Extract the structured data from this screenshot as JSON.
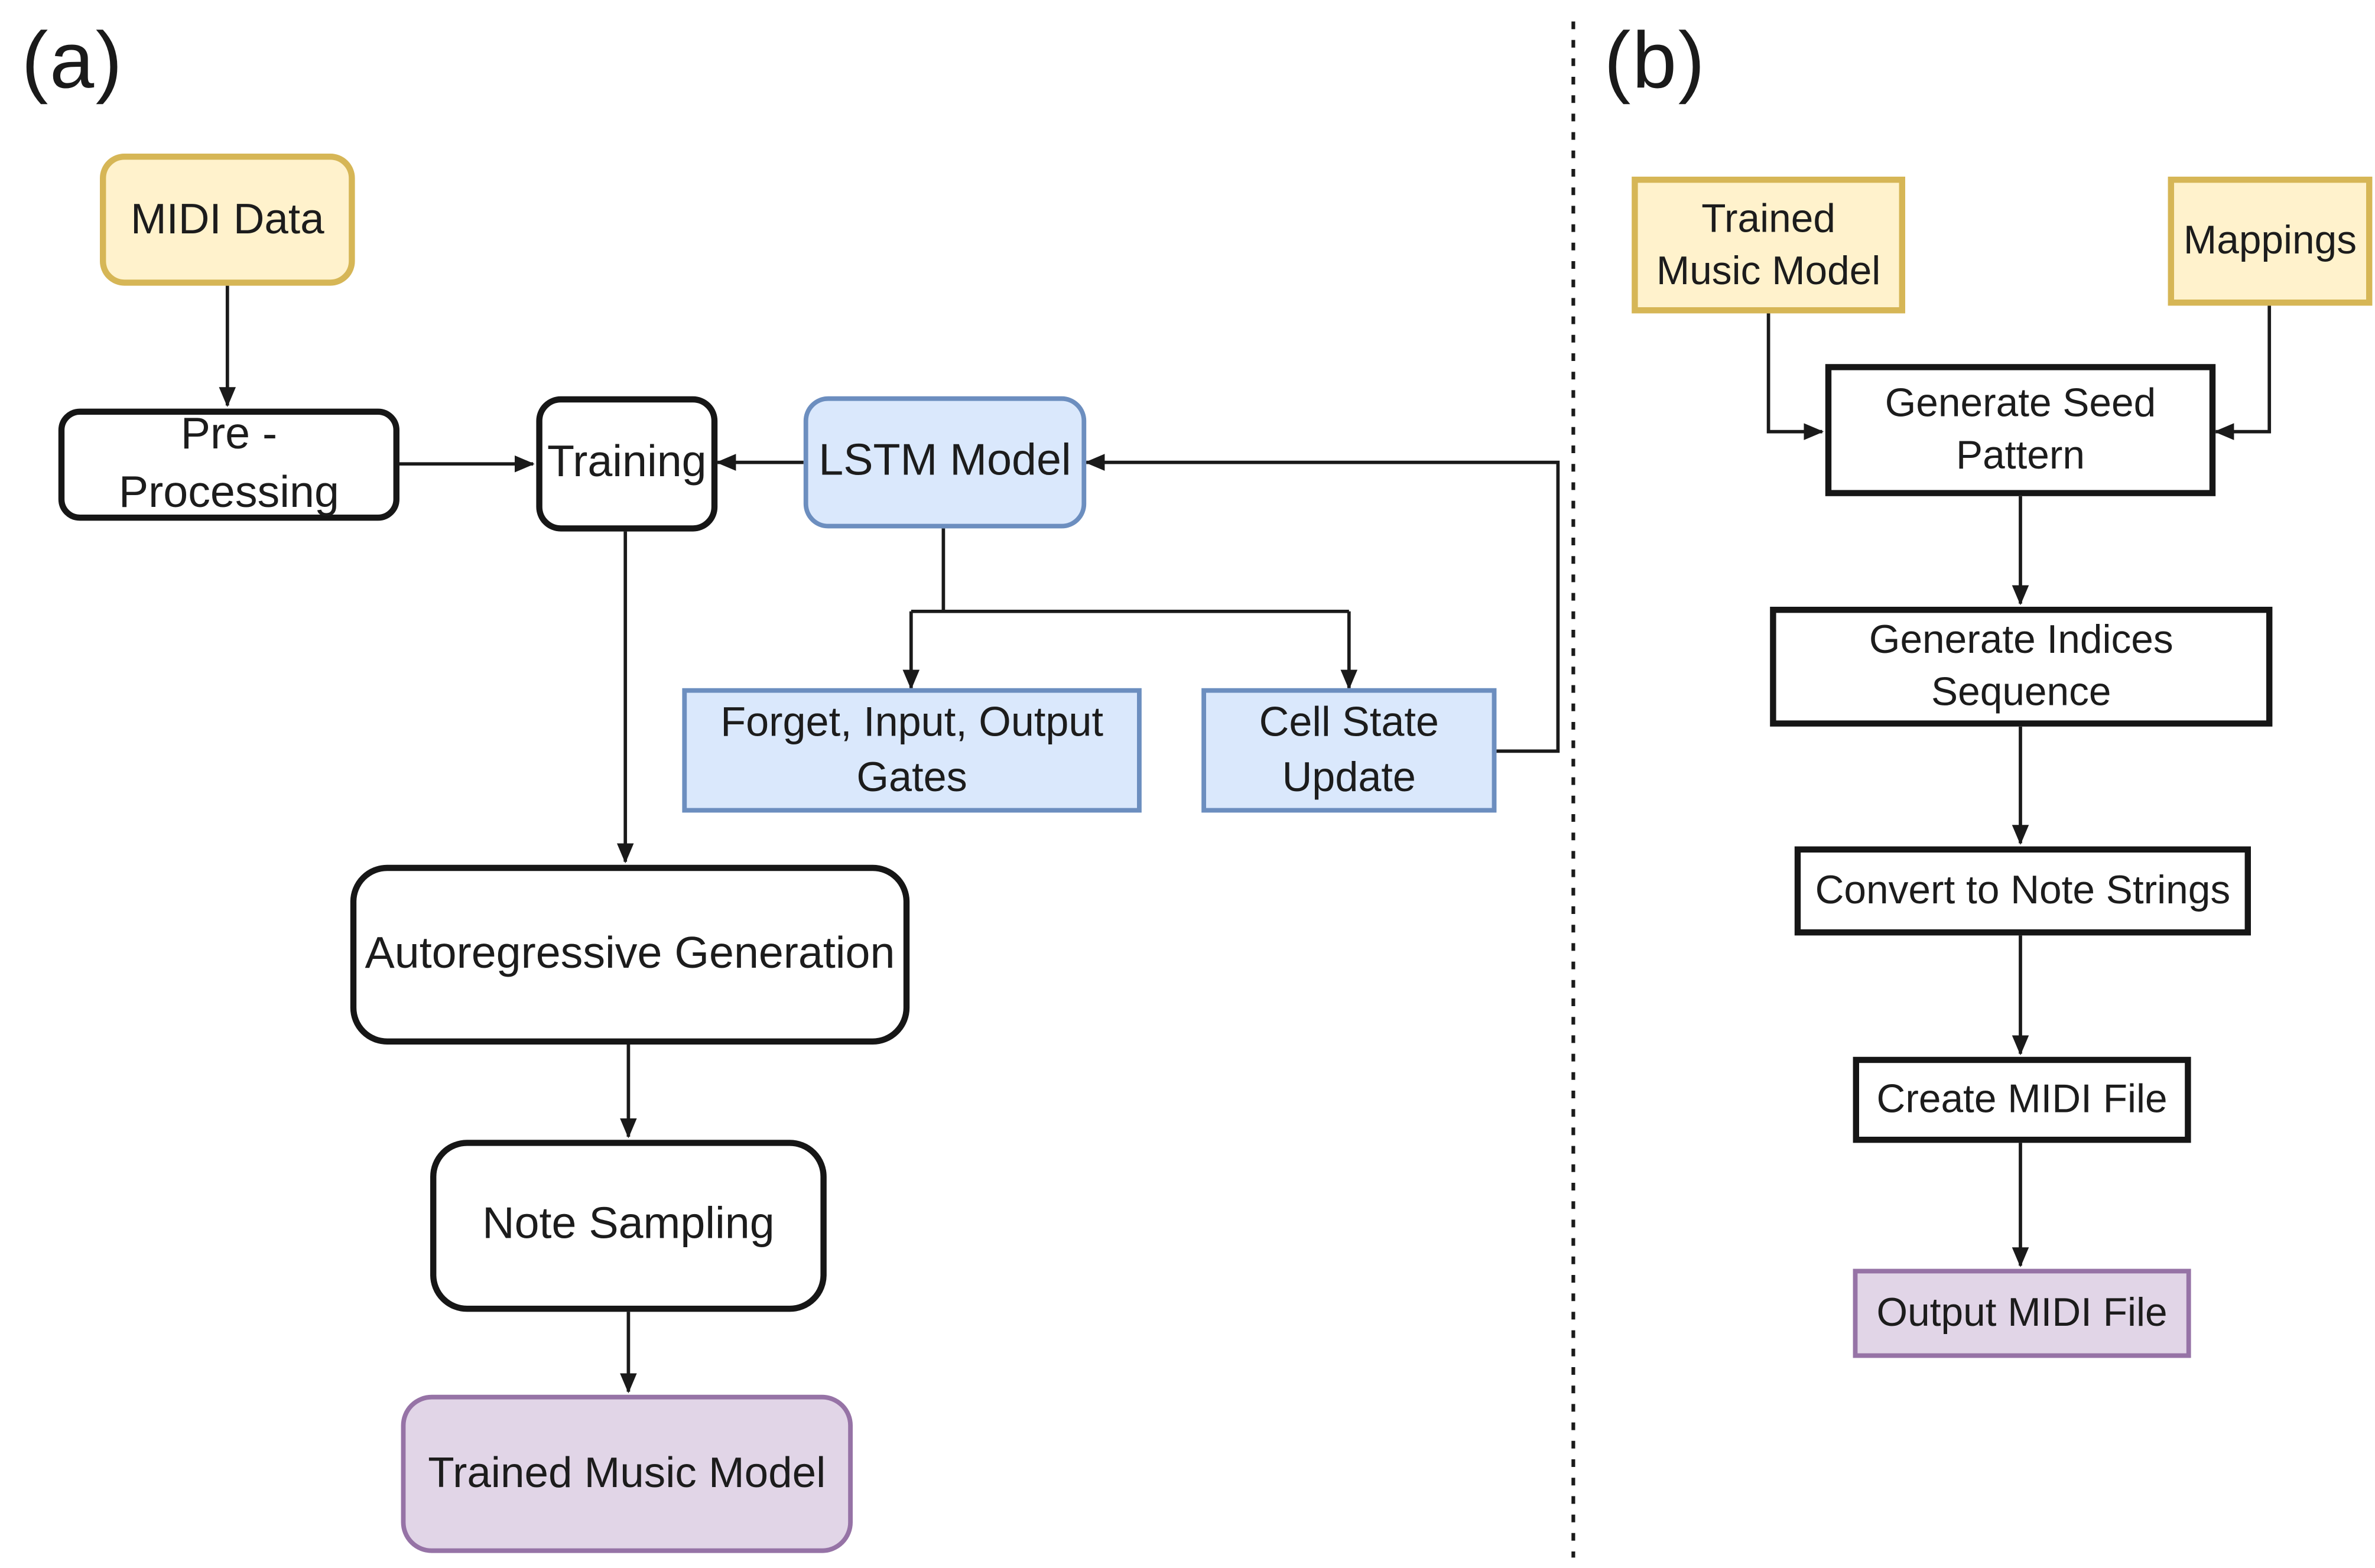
{
  "palette": {
    "yellow_fill": "#FFF2CC",
    "yellow_border": "#D6B656",
    "blue_fill": "#DAE8FC",
    "blue_border": "#6C8EBF",
    "purple_fill": "#E1D5E7",
    "purple_border": "#9673A6",
    "plain_fill": "#FFFFFF",
    "plain_border": "#161616",
    "arrow_color": "#1A1A1A",
    "background": "#FFFFFF"
  },
  "panel_a": {
    "label": "(a)",
    "nodes": {
      "midi_data": {
        "label": "MIDI Data",
        "style": "yellow-rounded"
      },
      "pre_processing": {
        "label": "Pre - Processing",
        "style": "white-rounded"
      },
      "training": {
        "label": "Training",
        "style": "white-rounded"
      },
      "lstm_model": {
        "label": "LSTM Model",
        "style": "blue-rounded"
      },
      "gates": {
        "label": "Forget, Input, Output\nGates",
        "style": "blue-square"
      },
      "cell_state": {
        "label": "Cell State\nUpdate",
        "style": "blue-square"
      },
      "autoregressive": {
        "label": "Autoregressive Generation",
        "style": "white-rounded"
      },
      "note_sampling": {
        "label": "Note Sampling",
        "style": "white-rounded"
      },
      "trained_music_model": {
        "label": "Trained Music Model",
        "style": "purple-rounded"
      }
    }
  },
  "panel_b": {
    "label": "(b)",
    "nodes": {
      "trained_music_model": {
        "label": "Trained\nMusic Model",
        "style": "yellow-square"
      },
      "mappings": {
        "label": "Mappings",
        "style": "yellow-square"
      },
      "generate_seed": {
        "label": "Generate Seed\nPattern",
        "style": "white-square"
      },
      "generate_indices": {
        "label": "Generate Indices\nSequence",
        "style": "white-square"
      },
      "convert_notes": {
        "label": "Convert to Note Strings",
        "style": "white-square"
      },
      "create_midi": {
        "label": "Create MIDI File",
        "style": "white-square"
      },
      "output_midi": {
        "label": "Output MIDI File",
        "style": "purple-square"
      }
    }
  },
  "edges": [
    {
      "from": "MIDI Data",
      "to": "Pre - Processing"
    },
    {
      "from": "Pre - Processing",
      "to": "Training"
    },
    {
      "from": "LSTM Model",
      "to": "Training"
    },
    {
      "from": "Cell State Update",
      "to": "LSTM Model"
    },
    {
      "from": "LSTM Model",
      "to": "Forget, Input, Output Gates"
    },
    {
      "from": "LSTM Model",
      "to": "Cell State Update"
    },
    {
      "from": "Training",
      "to": "Autoregressive Generation"
    },
    {
      "from": "Autoregressive Generation",
      "to": "Note Sampling"
    },
    {
      "from": "Note Sampling",
      "to": "Trained Music Model"
    },
    {
      "from": "Trained Music Model (b)",
      "to": "Generate Seed Pattern"
    },
    {
      "from": "Mappings",
      "to": "Generate Seed Pattern"
    },
    {
      "from": "Generate Seed Pattern",
      "to": "Generate Indices Sequence"
    },
    {
      "from": "Generate Indices Sequence",
      "to": "Convert to Note Strings"
    },
    {
      "from": "Convert to Note Strings",
      "to": "Create MIDI File"
    },
    {
      "from": "Create MIDI File",
      "to": "Output MIDI File"
    }
  ]
}
